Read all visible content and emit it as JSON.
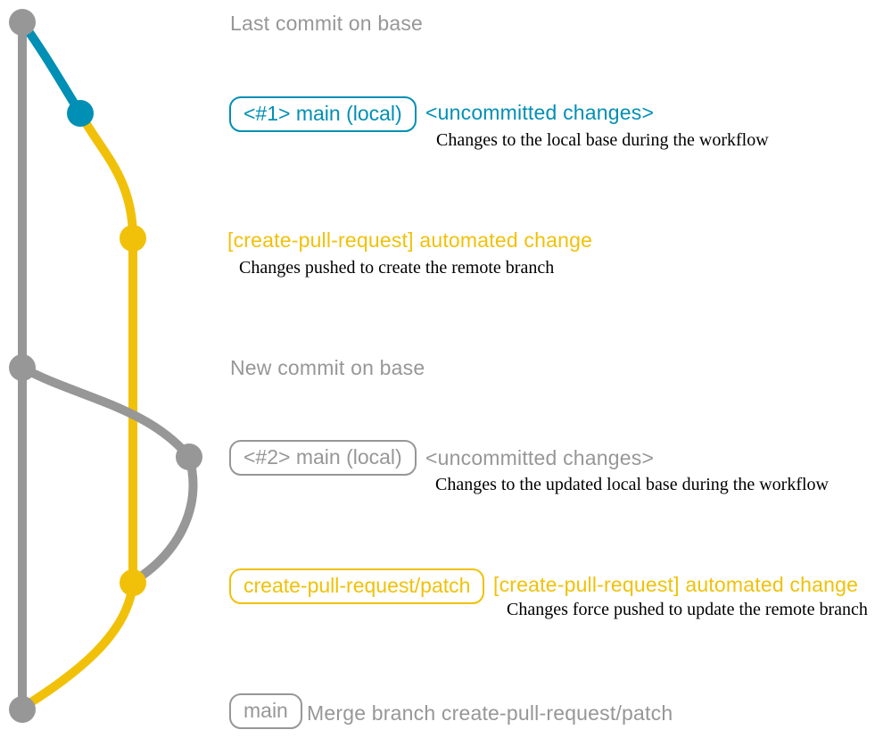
{
  "colors": {
    "gray": "#979797",
    "teal": "#008fb5",
    "yellow": "#f1c109",
    "caption": "#000000",
    "background": "#ffffff"
  },
  "labels": {
    "last_commit": "Last commit on base",
    "new_commit": "New commit on base",
    "merge_message": "Merge branch create-pull-request/patch"
  },
  "badges": {
    "main_local_1": "<#1> main (local)",
    "main_local_2": "<#2> main (local)",
    "patch_branch": "create-pull-request/patch",
    "main": "main"
  },
  "headings": {
    "uncommitted_1": "<uncommitted changes>",
    "automated_1": "[create-pull-request] automated change",
    "uncommitted_2": "<uncommitted changes>",
    "automated_2": "[create-pull-request] automated change"
  },
  "captions": {
    "local_base": "Changes to the local base during the workflow",
    "pushed_create": "Changes pushed to create the remote branch",
    "updated_local_base": "Changes to the updated local base during the workflow",
    "force_pushed": "Changes force pushed to update the remote branch"
  },
  "graph": {
    "branches": [
      {
        "name": "base",
        "color_key": "gray"
      },
      {
        "name": "main (local)",
        "color_key": "teal"
      },
      {
        "name": "create-pull-request/patch",
        "color_key": "yellow"
      }
    ],
    "commits": [
      {
        "id": "last-base",
        "branch": "base",
        "color_key": "gray",
        "label_key": "last_commit"
      },
      {
        "id": "local-1",
        "branch": "main (local)",
        "color_key": "teal",
        "label_key": "uncommitted_1"
      },
      {
        "id": "patch-1",
        "branch": "create-pull-request/patch",
        "color_key": "yellow",
        "label_key": "automated_1"
      },
      {
        "id": "new-base",
        "branch": "base",
        "color_key": "gray",
        "label_key": "new_commit"
      },
      {
        "id": "local-2",
        "branch": "main (local)",
        "color_key": "gray",
        "label_key": "uncommitted_2"
      },
      {
        "id": "patch-2",
        "branch": "create-pull-request/patch",
        "color_key": "yellow",
        "label_key": "automated_2"
      },
      {
        "id": "merge",
        "branch": "base",
        "color_key": "gray",
        "label_key": "merge_message"
      }
    ]
  }
}
